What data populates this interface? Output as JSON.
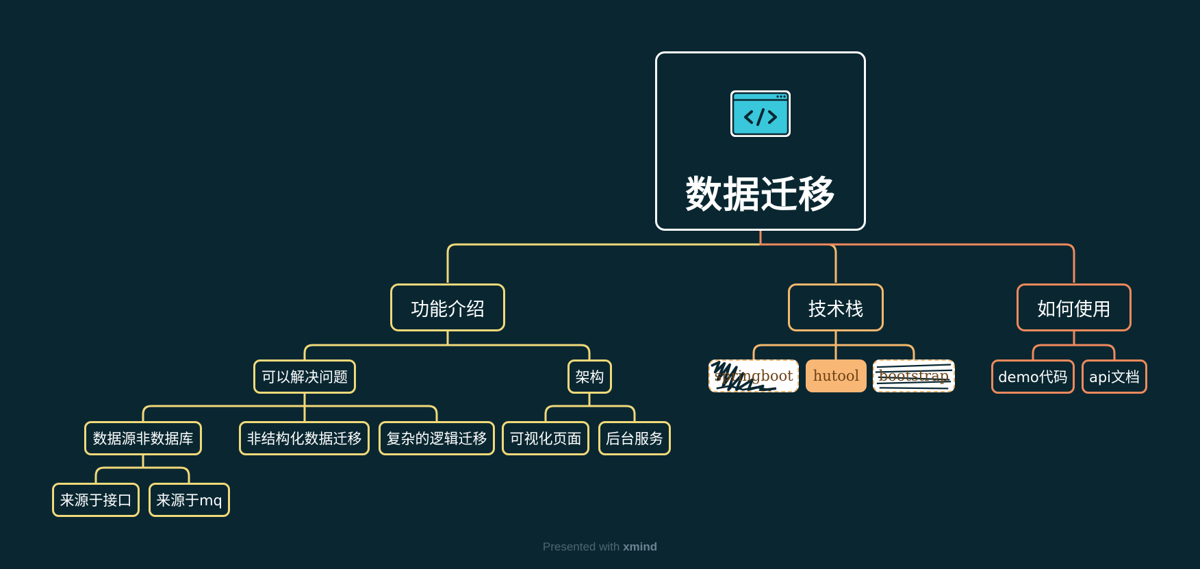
{
  "root": {
    "title": "数据迁移",
    "icon": "code-window-icon"
  },
  "branches": {
    "features": {
      "label": "功能介绍",
      "solvable": {
        "label": "可以解决问题",
        "non_db_source": {
          "label": "数据源非数据库",
          "from_api": "来源于接口",
          "from_mq": "来源于mq"
        },
        "unstructured": "非结构化数据迁移",
        "complex_logic": "复杂的逻辑迁移"
      },
      "architecture": {
        "label": "架构",
        "visual_page": "可视化页面",
        "backend": "后台服务"
      }
    },
    "tech_stack": {
      "label": "技术栈",
      "springboot": "springboot",
      "hutool": "hutool",
      "bootstrap": "bootstrap"
    },
    "usage": {
      "label": "如何使用",
      "demo": "demo代码",
      "api_doc": "api文档"
    }
  },
  "footer": {
    "prefix": "Presented with",
    "brand": "xmind"
  },
  "colors": {
    "background": "#0a2731",
    "features_branch": "#f1d97a",
    "tech_branch": "#f6b86e",
    "usage_branch": "#f08a5d",
    "icon_fill": "#39c7dc"
  }
}
